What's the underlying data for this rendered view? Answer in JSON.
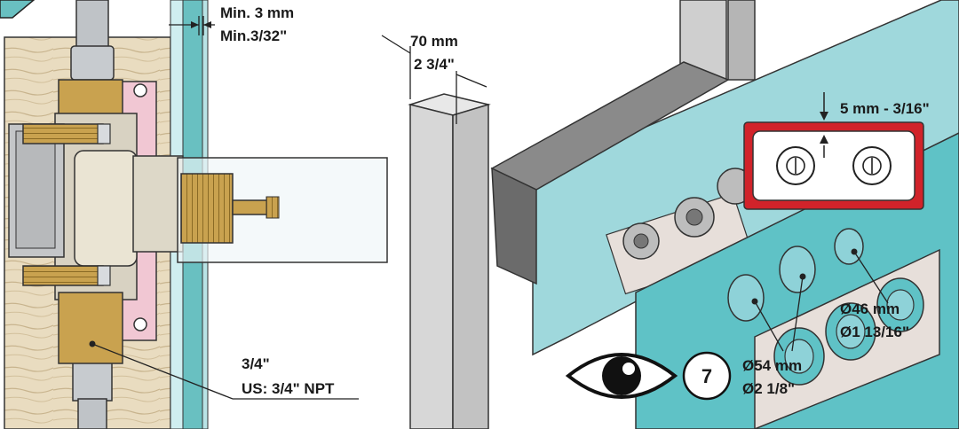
{
  "left_view": {
    "gap_min_metric": "Min. 3 mm",
    "gap_min_imperial": "Min.3/32\"",
    "thread_size": "3/4\"",
    "thread_us": "US: 3/4\" NPT"
  },
  "right_view": {
    "stud_depth_metric": "70 mm",
    "stud_depth_imperial": "2 3/4\"",
    "screw_offset": "5 mm - 3/16\"",
    "small_hole_metric": "Ø46 mm",
    "small_hole_imperial": "Ø1 13/16\"",
    "large_hole_metric": "Ø54 mm",
    "large_hole_imperial": "Ø2 1/8\""
  },
  "step": {
    "number": "7",
    "icon": "eye-icon"
  },
  "colors": {
    "wood": "#e9dcc0",
    "tile": "#69c0c1",
    "board": "#9fd8dc",
    "brass": "#c9a24f",
    "frame": "#b8b8b8",
    "detail_border": "#d1232a",
    "seal": "#e7dfda"
  }
}
